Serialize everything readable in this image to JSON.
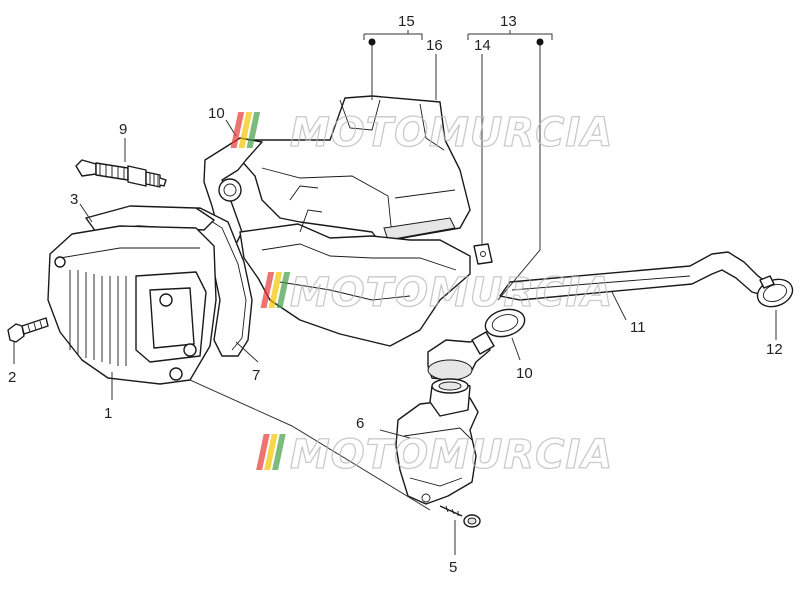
{
  "callouts": [
    {
      "id": "1",
      "label": "1"
    },
    {
      "id": "2",
      "label": "2"
    },
    {
      "id": "3",
      "label": "3"
    },
    {
      "id": "5",
      "label": "5"
    },
    {
      "id": "6",
      "label": "6"
    },
    {
      "id": "7",
      "label": "7"
    },
    {
      "id": "9",
      "label": "9"
    },
    {
      "id": "10a",
      "label": "10"
    },
    {
      "id": "10b",
      "label": "10"
    },
    {
      "id": "11",
      "label": "11"
    },
    {
      "id": "12",
      "label": "12"
    },
    {
      "id": "13",
      "label": "13"
    },
    {
      "id": "14",
      "label": "14"
    },
    {
      "id": "15",
      "label": "15"
    },
    {
      "id": "16",
      "label": "16"
    }
  ],
  "watermark": {
    "text": "MOTOMURCIA",
    "colors": [
      "#e53935",
      "#f5c400",
      "#43a047"
    ]
  }
}
